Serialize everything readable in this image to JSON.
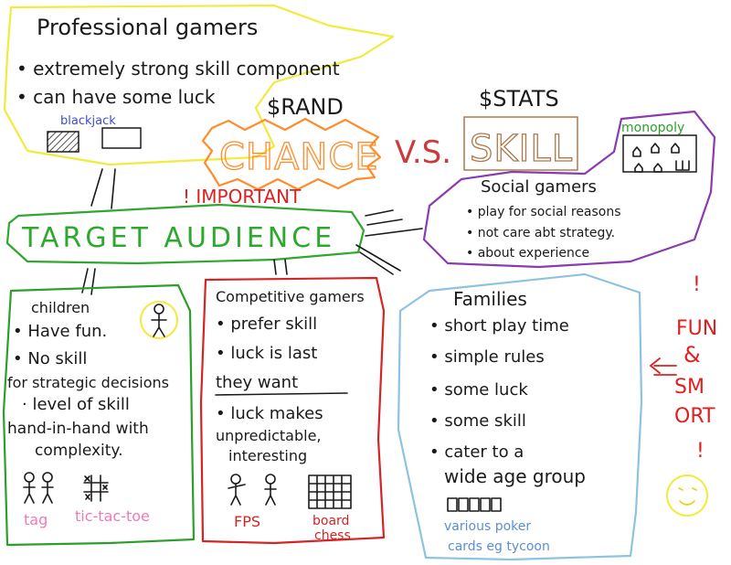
{
  "colors": {
    "ink": "#1a1a1a",
    "pro": "#f2ea3c",
    "chance": "#ff8c2a",
    "vs": "#cc3b3b",
    "skill": "#b07848",
    "important": "#e02020",
    "target": "#2ea82e",
    "social": "#8a3bb0",
    "children": "#2aa02a",
    "competitive": "#d42424",
    "families": "#8ec3e0",
    "fun": "#e02020",
    "blackjack": "#3a4fd0",
    "pink": "#f07ab8",
    "monopoly": "#2aa02a",
    "variety": "#5a8fd0"
  },
  "professional": {
    "title": "Professional gamers",
    "bullets": [
      "extremely strong skill component",
      "can have some luck"
    ],
    "blackjack": "blackjack"
  },
  "chance": {
    "label": "CHANCE",
    "note": "$RAND"
  },
  "vs": "V.S.",
  "skill": {
    "label": "SKILL",
    "note": "$STATS"
  },
  "important": "! IMPORTANT",
  "target": "TARGET AUDIENCE",
  "social": {
    "monopoly": "monopoly",
    "title": "Social gamers",
    "bullets": [
      "play for social reasons",
      "not care abt strategy.",
      "about experience"
    ]
  },
  "children": {
    "lines": [
      "children",
      "• Have fun.",
      "• No skill",
      "for strategic decisions",
      "· level of skill",
      "hand-in-hand with",
      "complexity."
    ],
    "tag": "tag",
    "tictactoe": "tic-tac-toe"
  },
  "competitive": {
    "lines": [
      "Competitive gamers",
      "• prefer skill",
      "• luck is last",
      "they want",
      "• luck makes",
      "unpredictable,",
      "interesting"
    ],
    "fps": "FPS",
    "board": "board",
    "chess": "chess"
  },
  "families": {
    "title": "Families",
    "bullets": [
      "• short play time",
      "• simple rules",
      "• some luck",
      "• some skill",
      "• cater to a",
      "wide age group"
    ],
    "various": "various poker",
    "cards": "cards eg tycoon"
  },
  "fun": {
    "excl": "!",
    "lines": [
      "FUN",
      "&",
      "SM",
      "ORT"
    ],
    "excl2": "!"
  }
}
